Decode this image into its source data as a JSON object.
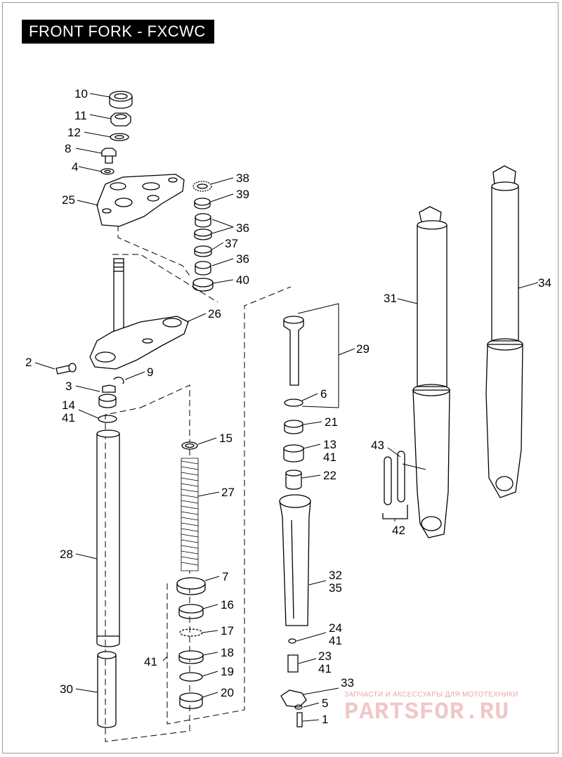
{
  "title": "FRONT FORK - FXCWC",
  "watermark": {
    "tagline": "ЗАПЧАСТИ И АКСЕССУАРЫ ДЛЯ МОТОТЕХНИКИ",
    "logo": "PARTSFOR.RU"
  },
  "callouts": [
    {
      "id": "c10",
      "text": "10"
    },
    {
      "id": "c11",
      "text": "11"
    },
    {
      "id": "c12",
      "text": "12"
    },
    {
      "id": "c8",
      "text": "8"
    },
    {
      "id": "c4",
      "text": "4"
    },
    {
      "id": "c25",
      "text": "25"
    },
    {
      "id": "c38",
      "text": "38"
    },
    {
      "id": "c39",
      "text": "39"
    },
    {
      "id": "c36a",
      "text": "36"
    },
    {
      "id": "c37",
      "text": "37"
    },
    {
      "id": "c36b",
      "text": "36"
    },
    {
      "id": "c40",
      "text": "40"
    },
    {
      "id": "c26",
      "text": "26"
    },
    {
      "id": "c2",
      "text": "2"
    },
    {
      "id": "c9",
      "text": "9"
    },
    {
      "id": "c3",
      "text": "3"
    },
    {
      "id": "c14",
      "text": "14"
    },
    {
      "id": "c41a",
      "text": "41"
    },
    {
      "id": "c28",
      "text": "28"
    },
    {
      "id": "c30",
      "text": "30"
    },
    {
      "id": "c15",
      "text": "15"
    },
    {
      "id": "c27",
      "text": "27"
    },
    {
      "id": "c7",
      "text": "7"
    },
    {
      "id": "c16",
      "text": "16"
    },
    {
      "id": "c17",
      "text": "17"
    },
    {
      "id": "c18",
      "text": "18"
    },
    {
      "id": "c41b",
      "text": "41"
    },
    {
      "id": "c19",
      "text": "19"
    },
    {
      "id": "c20",
      "text": "20"
    },
    {
      "id": "c29",
      "text": "29"
    },
    {
      "id": "c6",
      "text": "6"
    },
    {
      "id": "c21",
      "text": "21"
    },
    {
      "id": "c13",
      "text": "13"
    },
    {
      "id": "c41c",
      "text": "41"
    },
    {
      "id": "c22",
      "text": "22"
    },
    {
      "id": "c32",
      "text": "32"
    },
    {
      "id": "c35",
      "text": "35"
    },
    {
      "id": "c24",
      "text": "24"
    },
    {
      "id": "c41d",
      "text": "41"
    },
    {
      "id": "c23",
      "text": "23"
    },
    {
      "id": "c41e",
      "text": "41"
    },
    {
      "id": "c33",
      "text": "33"
    },
    {
      "id": "c5",
      "text": "5"
    },
    {
      "id": "c1",
      "text": "1"
    },
    {
      "id": "c31",
      "text": "31"
    },
    {
      "id": "c34",
      "text": "34"
    },
    {
      "id": "c43",
      "text": "43"
    },
    {
      "id": "c42",
      "text": "42"
    }
  ]
}
